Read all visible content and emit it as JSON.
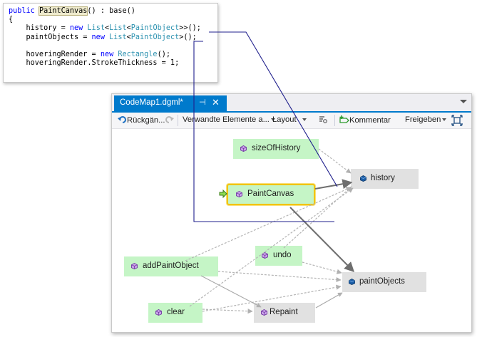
{
  "code": {
    "line1_kw": "public",
    "line1_name": "PaintCanvas",
    "line1_rest": "() : base()",
    "line2": "{",
    "line3_a": "    history = ",
    "line3_new": "new",
    "line3_list1": "List",
    "line3_lt1": "<",
    "line3_list2": "List",
    "line3_lt2": "<",
    "line3_type": "PaintObject",
    "line3_end": ">>();",
    "line4_a": "    paintObjects = ",
    "line4_new": "new",
    "line4_list": "List",
    "line4_lt": "<",
    "line4_type": "PaintObject",
    "line4_end": ">();",
    "line6_a": "    hoveringRender = ",
    "line6_new": "new",
    "line6_type": "Rectangle",
    "line6_end": "();",
    "line7": "    hoveringRender.StrokeThickness = 1;"
  },
  "window": {
    "tab_title": "CodeMap1.dgml*",
    "pin_glyph": "⊣",
    "close_glyph": "✕"
  },
  "toolbar": {
    "undo_label": "Rückgän...",
    "related_label": "Verwandte Elemente a...",
    "layout_label": "Layout",
    "comment_label": "Kommentar",
    "share_label": "Freigeben"
  },
  "nodes": {
    "sizeOfHistory": "sizeOfHistory",
    "history": "history",
    "paintCanvas": "PaintCanvas",
    "undo": "undo",
    "addPaintObject": "addPaintObject",
    "paintObjects": "paintObjects",
    "clear": "clear",
    "repaint": "Repaint"
  },
  "colors": {
    "accent": "#007acc",
    "method_node": "#c5f5c6",
    "field_node": "#e1e1e1",
    "selection": "#f2c40f",
    "callout_line": "#1f1f8c"
  }
}
